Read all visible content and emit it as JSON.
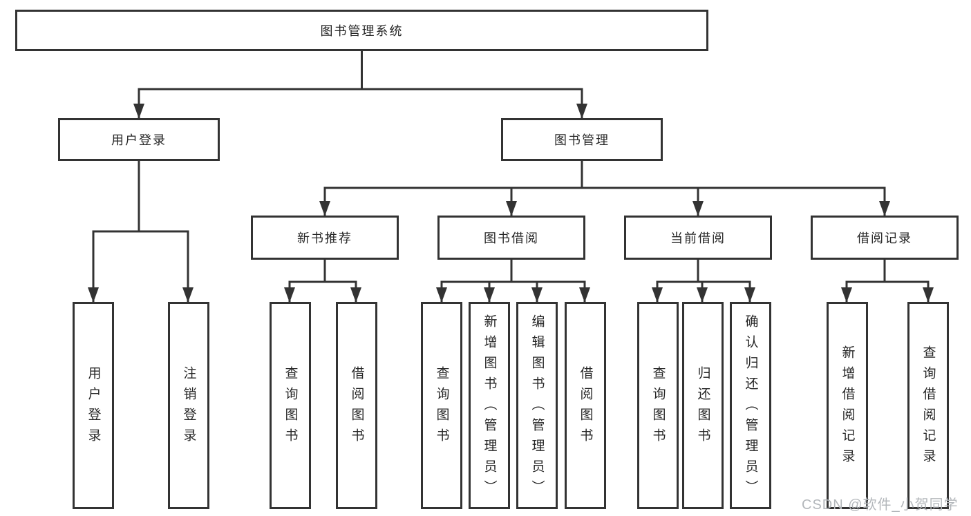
{
  "diagram": {
    "title": "图书管理系统",
    "root": {
      "label": "图书管理系统"
    },
    "level2": {
      "user_login": {
        "label": "用户登录"
      },
      "book_management": {
        "label": "图书管理"
      }
    },
    "level3": {
      "new_book_recommend": {
        "label": "新书推荐"
      },
      "book_borrow": {
        "label": "图书借阅"
      },
      "current_borrow": {
        "label": "当前借阅"
      },
      "borrow_records": {
        "label": "借阅记录"
      }
    },
    "leaves": {
      "user_login": {
        "label": "用户登录"
      },
      "logout": {
        "label": "注销登录"
      },
      "nb_query_book": {
        "label": "查询图书"
      },
      "nb_borrow_book": {
        "label": "借阅图书"
      },
      "bb_query_book": {
        "label": "查询图书"
      },
      "bb_add_book": {
        "label": "新增图书（管理员）"
      },
      "bb_edit_book": {
        "label": "编辑图书（管理员）"
      },
      "bb_borrow_book": {
        "label": "借阅图书"
      },
      "cb_query_book": {
        "label": "查询图书"
      },
      "cb_return_book": {
        "label": "归还图书"
      },
      "cb_confirm_return": {
        "label": "确认归还（管理员）"
      },
      "rec_add_record": {
        "label": "新增借阅记录"
      },
      "rec_query_record": {
        "label": "查询借阅记录"
      }
    },
    "colors": {
      "line": "#333333",
      "border": "#333333",
      "text": "#262626",
      "watermark": "#b3b7bb",
      "background": "#ffffff"
    },
    "watermark": "CSDN @软件_小贺同学"
  }
}
